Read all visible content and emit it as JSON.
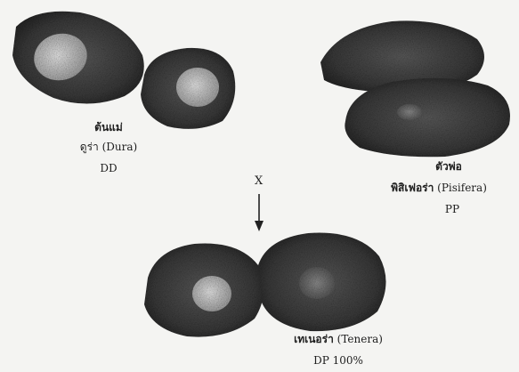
{
  "mother": {
    "title": "ต้นแม่",
    "type_thai": "ดูร่า",
    "type_latin": "(Dura)",
    "genotype": "DD"
  },
  "father": {
    "title": "ตัวพ่อ",
    "type_thai": "พิสิเฟอร่า",
    "type_latin": "(Pisifera)",
    "genotype": "PP"
  },
  "cross_symbol": "X",
  "offspring": {
    "type_thai": "เทเนอร่า",
    "type_latin": "(Tenera)",
    "genotype": "DP 100%"
  },
  "colors": {
    "shell_dark": "#2c2c2c",
    "shell_mid": "#4a4a4a",
    "kernel_light": "#bdbdbd",
    "background": "#f4f4f2"
  }
}
